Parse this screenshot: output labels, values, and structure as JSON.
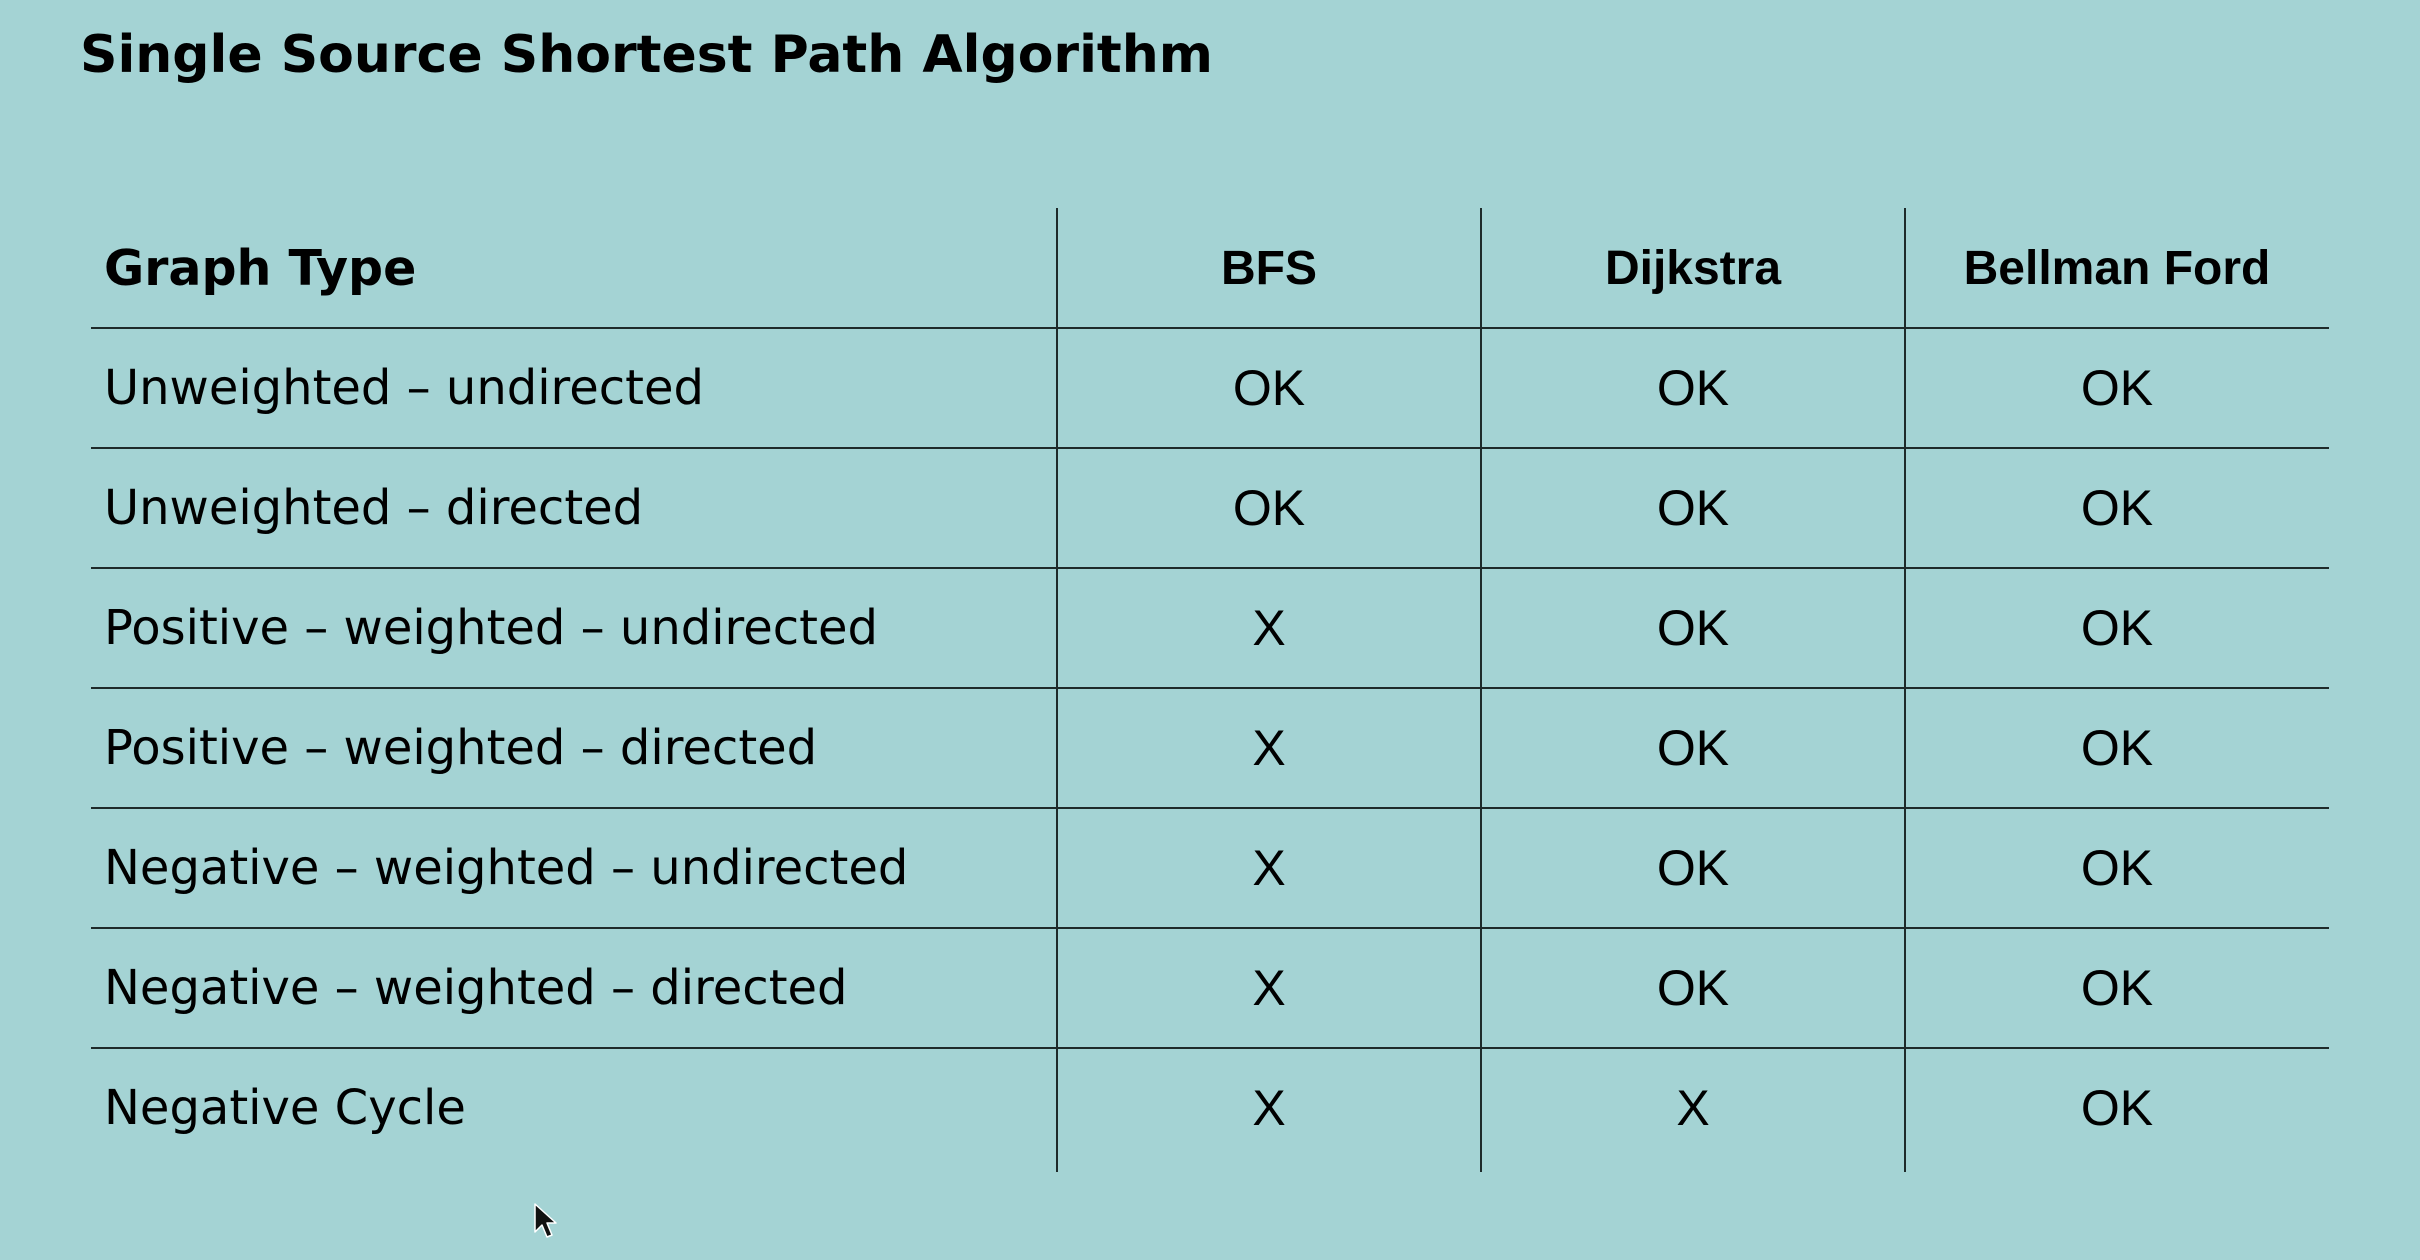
{
  "slide": {
    "title": "Single Source Shortest Path Algorithm"
  },
  "table": {
    "headers": [
      "Graph Type",
      "BFS",
      "Dijkstra",
      "Bellman Ford"
    ],
    "rows": [
      {
        "graph_type": "Unweighted – undirected",
        "bfs": "OK",
        "dijkstra": "OK",
        "bellman_ford": "OK"
      },
      {
        "graph_type": "Unweighted – directed",
        "bfs": "OK",
        "dijkstra": "OK",
        "bellman_ford": "OK"
      },
      {
        "graph_type": "Positive – weighted – undirected",
        "bfs": "X",
        "dijkstra": "OK",
        "bellman_ford": "OK"
      },
      {
        "graph_type": "Positive – weighted – directed",
        "bfs": "X",
        "dijkstra": "OK",
        "bellman_ford": "OK"
      },
      {
        "graph_type": "Negative – weighted – undirected",
        "bfs": "X",
        "dijkstra": "OK",
        "bellman_ford": "OK"
      },
      {
        "graph_type": "Negative – weighted – directed",
        "bfs": "X",
        "dijkstra": "OK",
        "bellman_ford": "OK"
      },
      {
        "graph_type": "Negative Cycle",
        "bfs": "X",
        "dijkstra": "X",
        "bellman_ford": "OK"
      }
    ]
  },
  "theme": {
    "background": "#a4d3d4",
    "text": "#000000",
    "rule": "#1e2a2a"
  },
  "icons": {
    "pointer": "mouse-pointer-icon"
  }
}
